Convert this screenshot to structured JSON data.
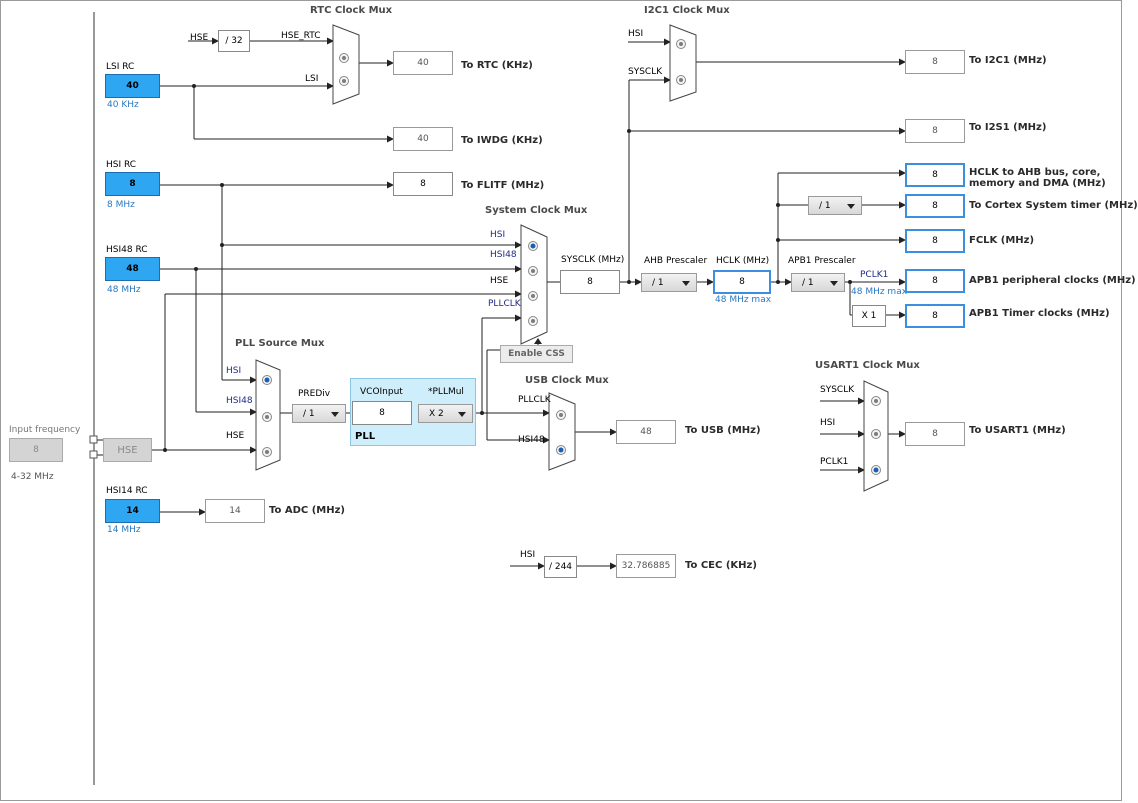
{
  "muxes": {
    "rtc": {
      "title": "RTC Clock Mux",
      "inputs": [
        "HSE_RTC",
        "LSI"
      ]
    },
    "i2c1": {
      "title": "I2C1 Clock Mux",
      "inputs": [
        "HSI",
        "SYSCLK"
      ]
    },
    "system": {
      "title": "System Clock Mux",
      "inputs": [
        "HSI",
        "HSI48",
        "HSE",
        "PLLCLK"
      ],
      "selected": "HSI"
    },
    "pll_source": {
      "title": "PLL Source Mux",
      "inputs": [
        "HSI",
        "HSI48",
        "HSE"
      ],
      "selected": "HSI"
    },
    "usb": {
      "title": "USB Clock Mux",
      "inputs": [
        "PLLCLK",
        "HSI48"
      ],
      "selected": "HSI48"
    },
    "usart1": {
      "title": "USART1 Clock Mux",
      "inputs": [
        "SYSCLK",
        "HSI",
        "PCLK1"
      ],
      "selected": "PCLK1"
    }
  },
  "sources": {
    "lsi": {
      "label": "LSI RC",
      "value": "40",
      "unit": "40 KHz"
    },
    "hsi": {
      "label": "HSI RC",
      "value": "8",
      "unit": "8 MHz"
    },
    "hsi48": {
      "label": "HSI48 RC",
      "value": "48",
      "unit": "48 MHz"
    },
    "hsi14": {
      "label": "HSI14 RC",
      "value": "14",
      "unit": "14 MHz"
    },
    "hse": {
      "label": "HSE"
    }
  },
  "input_frequency": {
    "label": "Input frequency",
    "value": "8",
    "range": "4-32 MHz"
  },
  "labels": {
    "hse_in": "HSE",
    "hse_div": "/ 32",
    "i2c_hsi": "HSI",
    "cec_hsi": "HSI",
    "cec_div": "/ 244",
    "sysclk_label": "SYSCLK (MHz)",
    "sysclk_value": "8",
    "enable_css": "Enable CSS",
    "ahb_prescaler": "AHB Prescaler",
    "ahb_value": "/ 1",
    "hclk_label": "HCLK (MHz)",
    "hclk_value": "8",
    "hclk_max": "48 MHz max",
    "apb1_prescaler": "APB1 Prescaler",
    "apb1_value": "/ 1",
    "pclk1": "PCLK1",
    "pclk1_max": "48 MHz max",
    "cortex_div": "/ 1",
    "timer_mul": "X 1",
    "prediv_label": "PREDiv",
    "prediv_value": "/ 1",
    "vco_label": "VCOInput",
    "vco_value": "8",
    "pllmul_label": "*PLLMul",
    "pllmul_value": "X 2",
    "pll_label": "PLL"
  },
  "outputs": {
    "rtc": {
      "value": "40",
      "label": "To RTC (KHz)"
    },
    "iwdg": {
      "value": "40",
      "label": "To IWDG (KHz)"
    },
    "flitf": {
      "value": "8",
      "label": "To FLITF (MHz)"
    },
    "i2c1": {
      "value": "8",
      "label": "To I2C1 (MHz)"
    },
    "i2s1": {
      "value": "8",
      "label": "To I2S1 (MHz)"
    },
    "hclk_ahb": {
      "value": "8",
      "label1": "HCLK to AHB bus, core,",
      "label2": "memory and DMA (MHz)"
    },
    "cortex": {
      "value": "8",
      "label": "To Cortex System timer (MHz)"
    },
    "fclk": {
      "value": "8",
      "label": "FCLK (MHz)"
    },
    "apb1_periph": {
      "value": "8",
      "label": "APB1 peripheral clocks (MHz)"
    },
    "apb1_timer": {
      "value": "8",
      "label": "APB1 Timer clocks (MHz)"
    },
    "usb": {
      "value": "48",
      "label": "To USB (MHz)"
    },
    "usart1": {
      "value": "8",
      "label": "To USART1 (MHz)"
    },
    "adc": {
      "value": "14",
      "label": "To ADC (MHz)"
    },
    "cec": {
      "value": "32.786885",
      "label": "To CEC (KHz)"
    }
  },
  "colors": {
    "source_fill": "#2ea6f2",
    "highlight_border": "#3c8ee0",
    "pll_fill": "#cfeefb",
    "label_blue": "#2a78c2"
  }
}
